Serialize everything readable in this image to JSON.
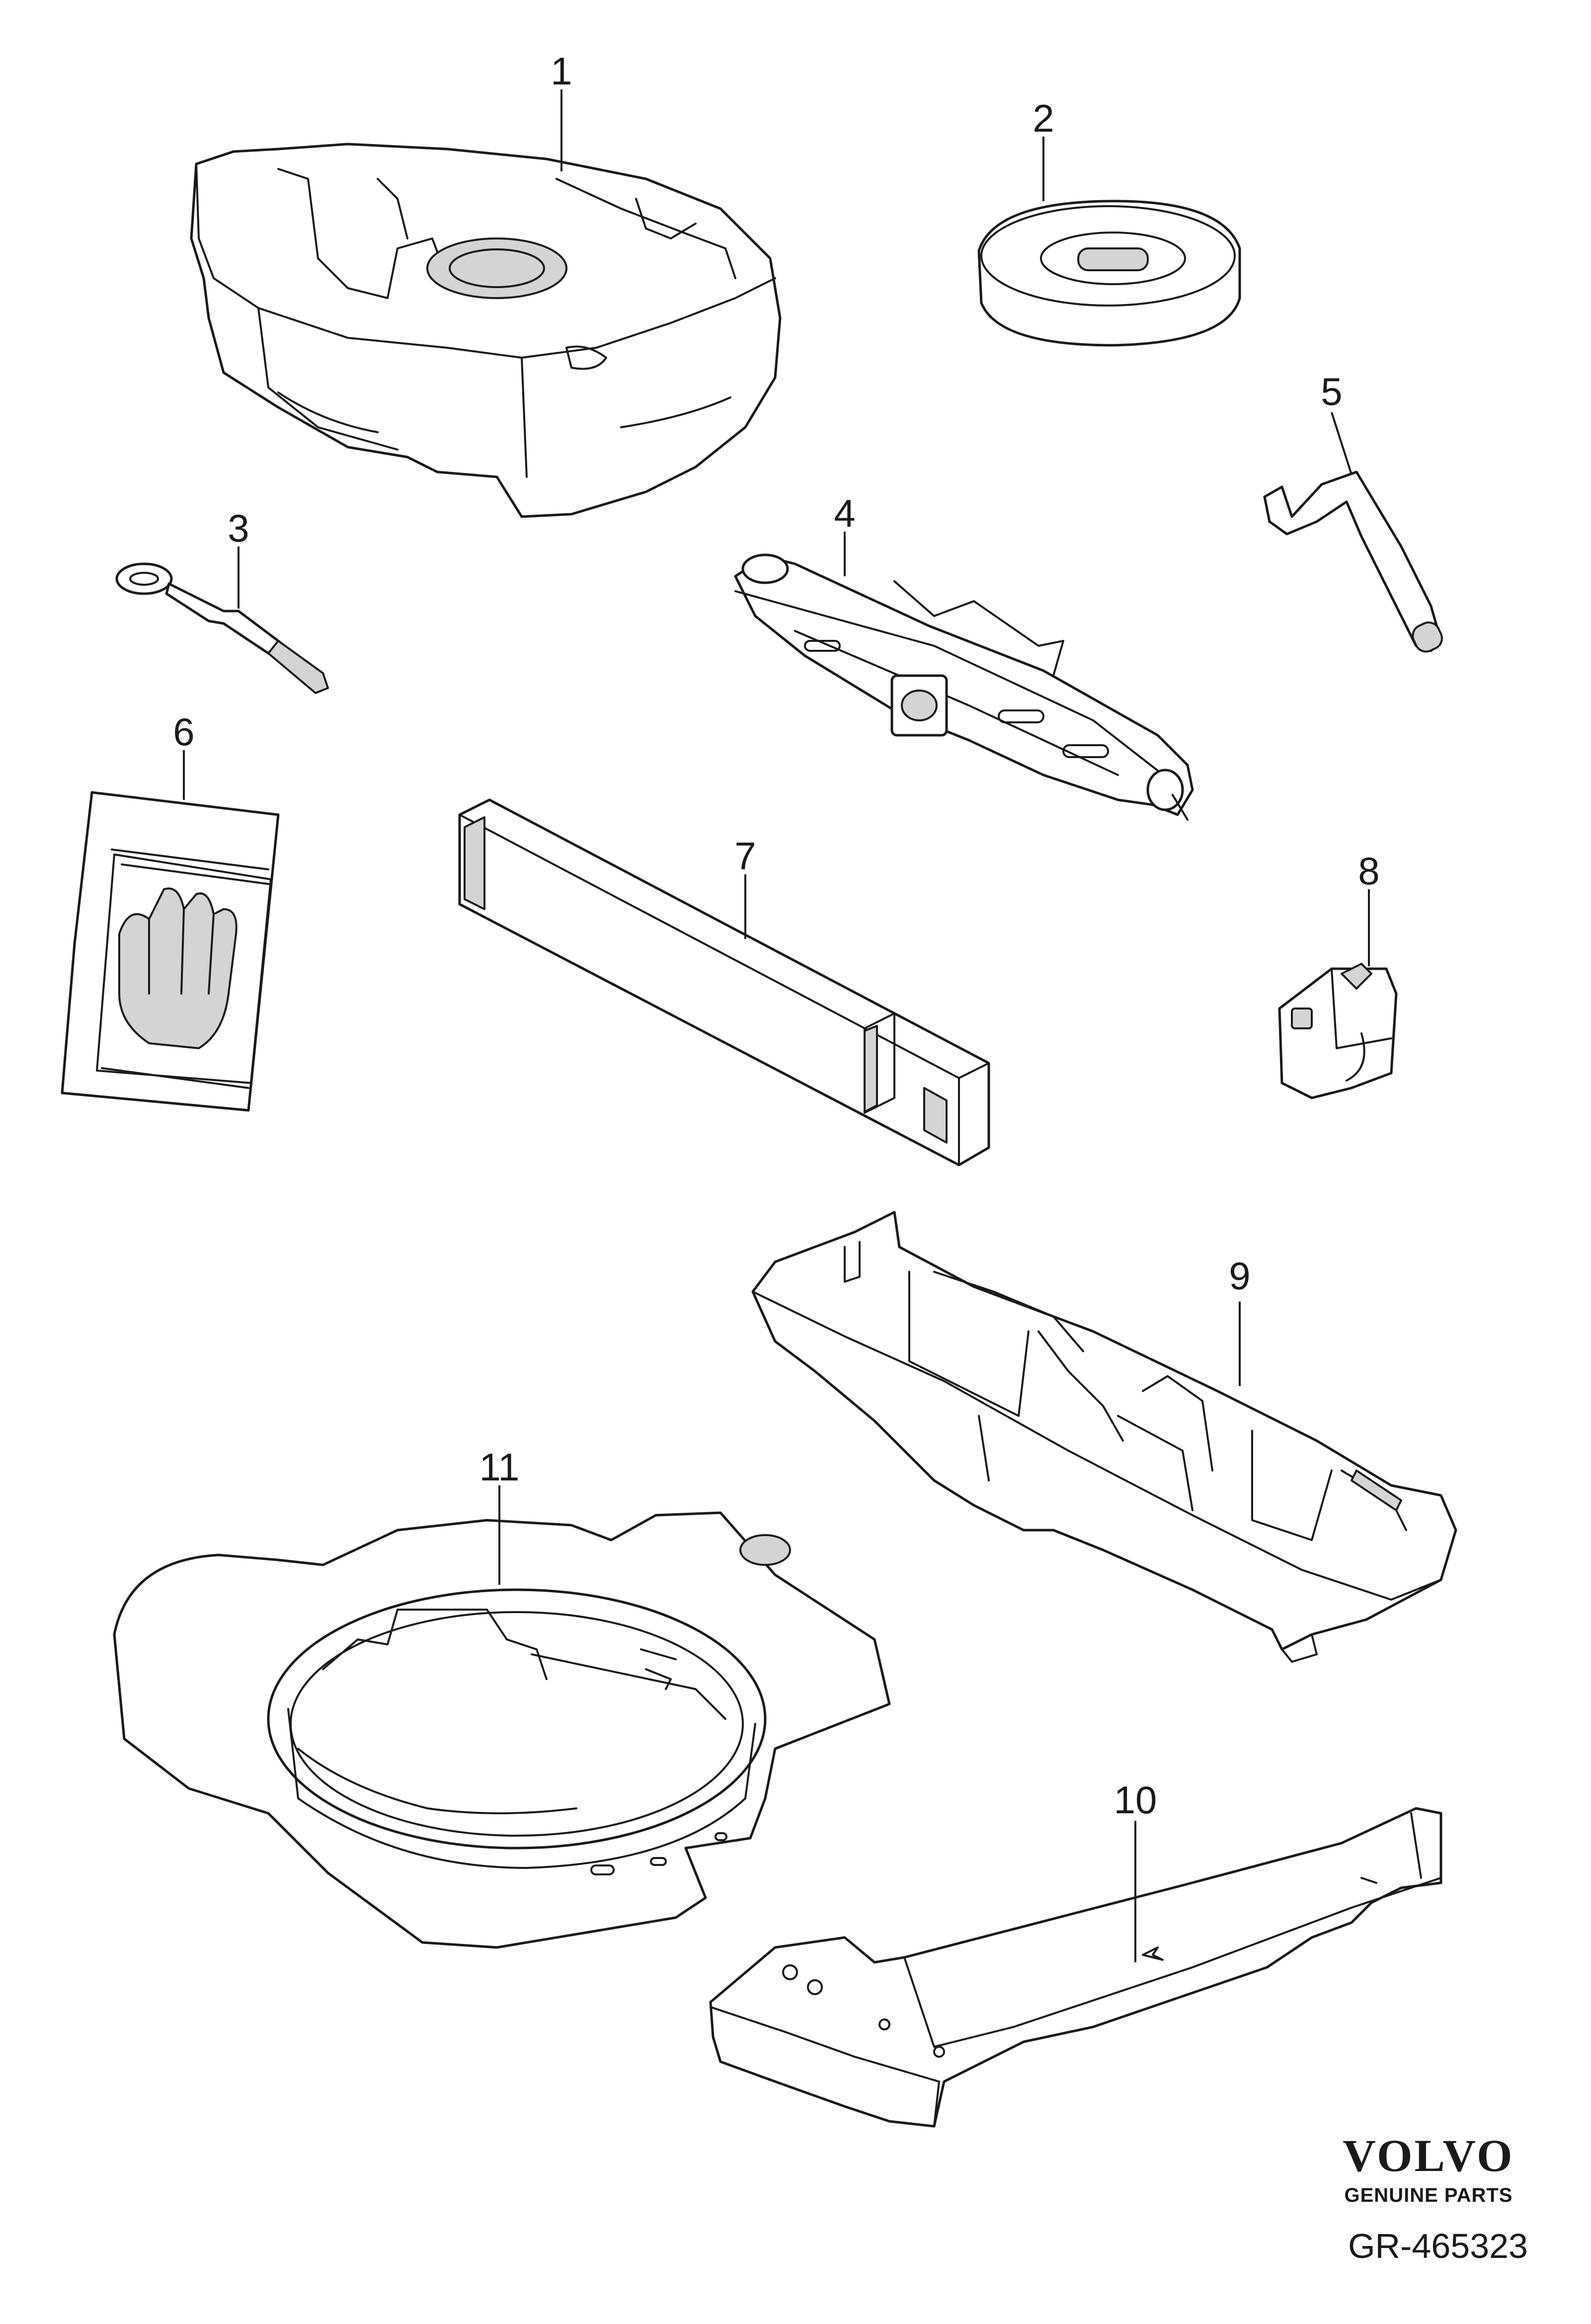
{
  "diagram": {
    "callouts": [
      {
        "id": "1",
        "label": "1"
      },
      {
        "id": "2",
        "label": "2"
      },
      {
        "id": "3",
        "label": "3"
      },
      {
        "id": "4",
        "label": "4"
      },
      {
        "id": "5",
        "label": "5"
      },
      {
        "id": "6",
        "label": "6"
      },
      {
        "id": "7",
        "label": "7"
      },
      {
        "id": "8",
        "label": "8"
      },
      {
        "id": "9",
        "label": "9"
      },
      {
        "id": "10",
        "label": "10"
      },
      {
        "id": "11",
        "label": "11"
      }
    ],
    "brand": {
      "name": "VOLVO",
      "tagline": "GENUINE PARTS"
    },
    "reference": "GR-465323"
  }
}
